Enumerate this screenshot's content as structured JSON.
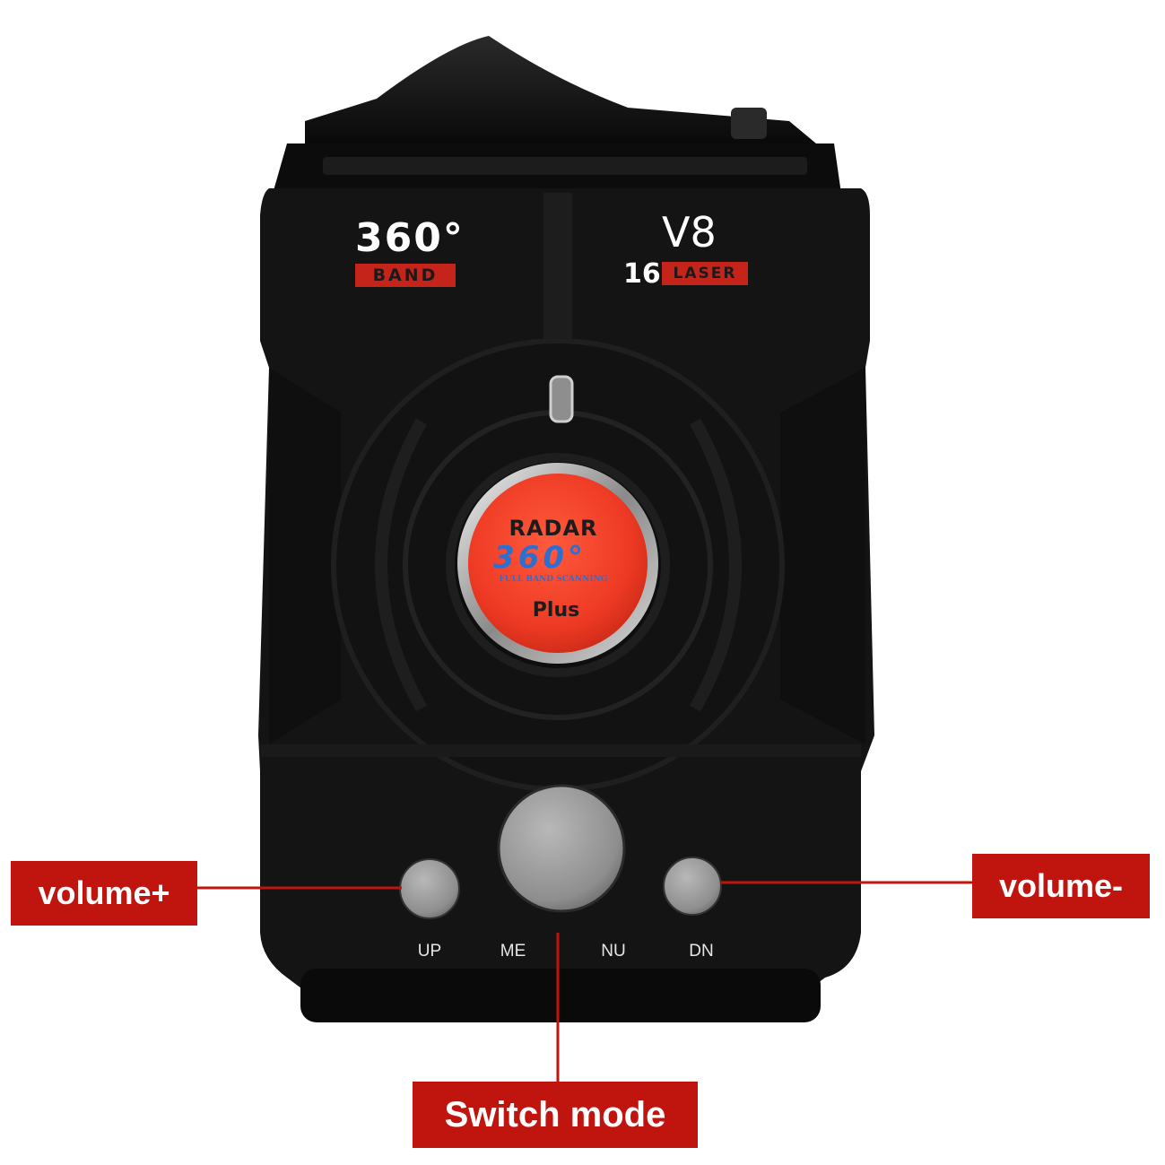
{
  "device": {
    "brand_left_top": "360°",
    "brand_left_bottom": "BAND",
    "model": "V8",
    "laser_number": "16",
    "laser_label": "LASER",
    "badge": {
      "top": "RADAR",
      "middle": "360°",
      "subtitle": "FULL BAND SCANNING",
      "bottom": "Plus"
    },
    "button_labels": {
      "up": "UP",
      "me": "ME",
      "nu": "NU",
      "dn": "DN"
    }
  },
  "callouts": {
    "volume_up": "volume+",
    "volume_down": "volume-",
    "switch_mode": "Switch mode"
  },
  "colors": {
    "body": "#141414",
    "accent_red": "#c5241b",
    "callout_red": "#c0150f",
    "badge_red": "#ee3a24",
    "badge_blue": "#2d6fd1"
  }
}
